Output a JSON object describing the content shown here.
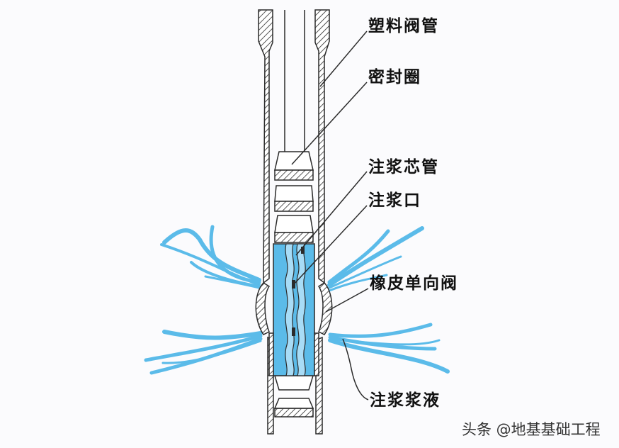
{
  "labels": [
    {
      "id": "plastic-valve-pipe",
      "text": "塑料阀管"
    },
    {
      "id": "seal-ring",
      "text": "密封圈"
    },
    {
      "id": "grouting-core-pipe",
      "text": "注浆芯管"
    },
    {
      "id": "grouting-port",
      "text": "注浆口"
    },
    {
      "id": "rubber-check-valve",
      "text": "橡皮单向阀"
    },
    {
      "id": "grouting-slurry",
      "text": "注浆浆液"
    }
  ],
  "watermark": "头条 @地基基础工程",
  "colors": {
    "slurry": "#5bbbe9",
    "slurry_light": "#a8dcf6",
    "line": "#2a2a2a",
    "background": "#fbfbfd"
  }
}
